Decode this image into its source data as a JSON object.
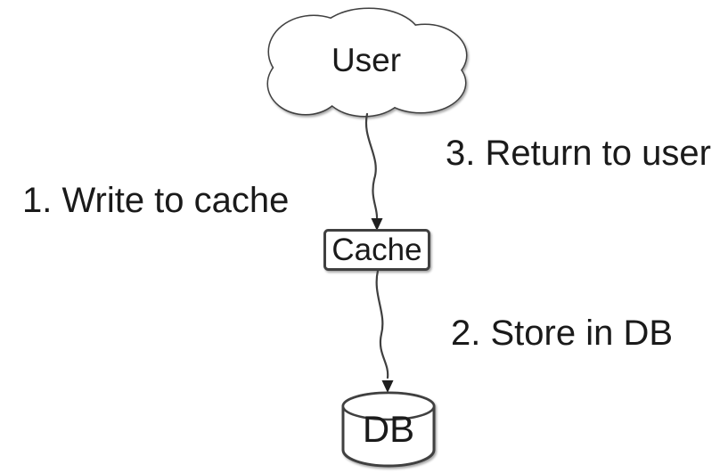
{
  "colors": {
    "background": "#ffffff",
    "line-color": "#3f3f3f",
    "arrow-color": "#1f1f1f",
    "text-color": "#1a1a1a"
  },
  "diagram": {
    "type": "flow-diagram",
    "nodes": {
      "user": {
        "label": "User",
        "shape": "cloud"
      },
      "cache": {
        "label": "Cache",
        "shape": "rectangle"
      },
      "db": {
        "label": "DB",
        "shape": "cylinder"
      }
    },
    "edges": [
      {
        "from": "user",
        "to": "cache",
        "style": "wavy-arrow-down"
      },
      {
        "from": "cache",
        "to": "db",
        "style": "wavy-arrow-down"
      }
    ],
    "annotations": {
      "step1": "1. Write to cache",
      "step2": "2. Store in DB",
      "step3": "3. Return to user"
    }
  }
}
